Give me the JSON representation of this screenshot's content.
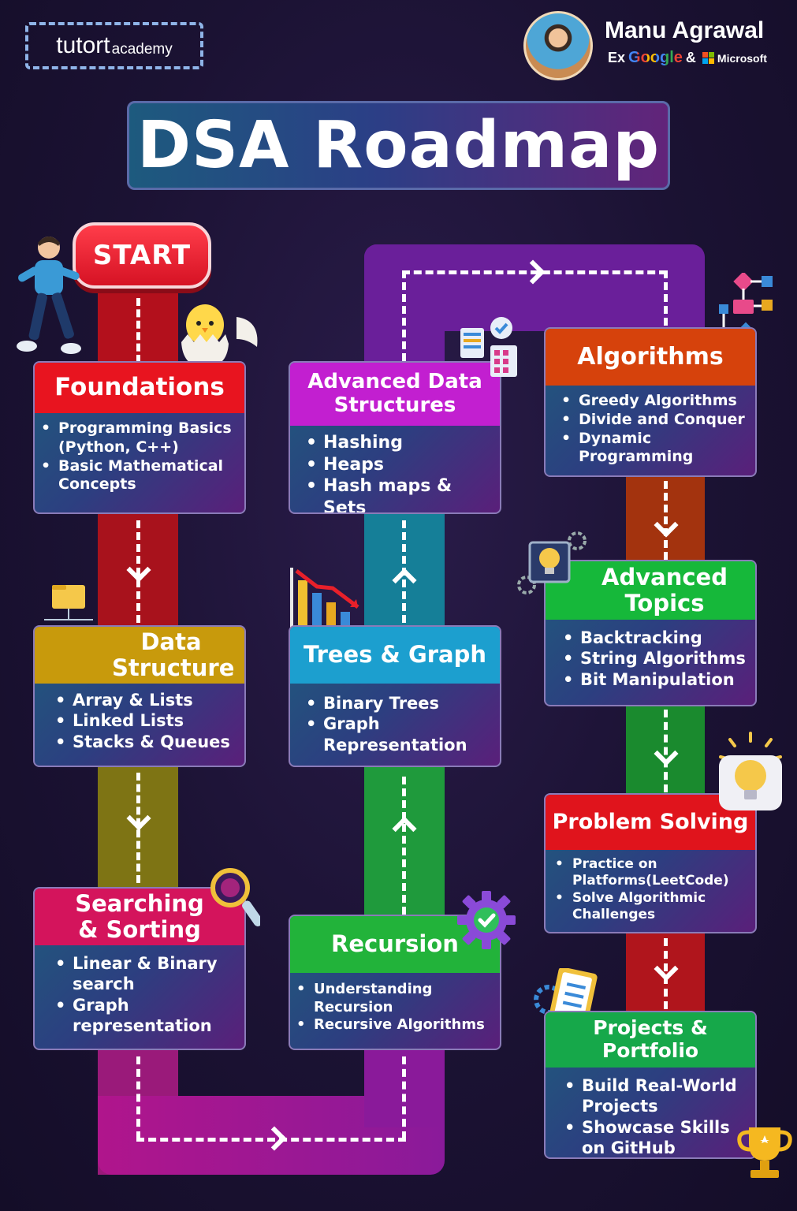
{
  "header": {
    "logo_main": "tutort",
    "logo_sub": "academy",
    "author_name": "Manu Agrawal",
    "author_ex": "Ex",
    "author_google": "Google",
    "author_amp": "&",
    "author_microsoft": "Microsoft"
  },
  "title": "DSA Roadmap",
  "start_label": "START",
  "colors": {
    "foundations": "#e8141f",
    "data_structure": "#c89a0c",
    "searching": "#d4145c",
    "recursion": "#22b33a",
    "trees": "#1c9fcf",
    "advanced_ds": "#c21fd0",
    "algorithms": "#d6420c",
    "advanced_topics": "#16b83a",
    "problem_solving": "#e0141c",
    "projects": "#16a84a"
  },
  "cards": {
    "foundations": {
      "title": "Foundations",
      "items": [
        "Programming Basics (Python, C++)",
        "Basic Mathematical Concepts"
      ]
    },
    "data_structure": {
      "title": "Data Structure",
      "items": [
        "Array & Lists",
        "Linked Lists",
        "Stacks & Queues"
      ]
    },
    "searching": {
      "title": "Searching & Sorting",
      "items": [
        "Linear & Binary search",
        "Graph representation"
      ]
    },
    "recursion": {
      "title": "Recursion",
      "items": [
        "Understanding Recursion",
        "Recursive Algorithms"
      ]
    },
    "trees": {
      "title": "Trees & Graph",
      "items": [
        "Binary Trees",
        "Graph Representation"
      ]
    },
    "advanced_ds": {
      "title": "Advanced Data Structures",
      "items": [
        "Hashing",
        "Heaps",
        "Hash maps & Sets"
      ]
    },
    "algorithms": {
      "title": "Algorithms",
      "items": [
        "Greedy Algorithms",
        "Divide and Conquer",
        "Dynamic Programming"
      ]
    },
    "advanced_topics": {
      "title": "Advanced Topics",
      "items": [
        "Backtracking",
        "String Algorithms",
        "Bit Manipulation"
      ]
    },
    "problem_solving": {
      "title": "Problem Solving",
      "items": [
        "Practice on Platforms(LeetCode)",
        "Solve Algorithmic Challenges"
      ]
    },
    "projects": {
      "title": "Projects & Portfolio",
      "items": [
        "Build Real-World Projects",
        "Showcase Skills on GitHub"
      ]
    }
  }
}
